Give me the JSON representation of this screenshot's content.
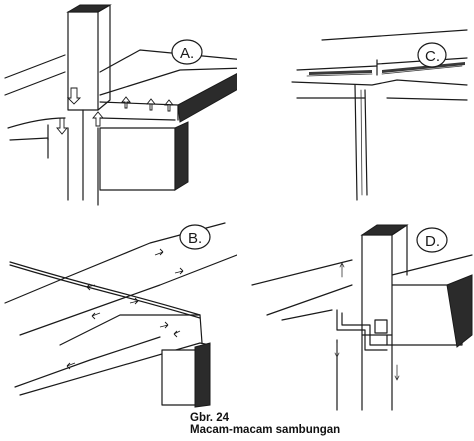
{
  "panels": [
    {
      "id": "A",
      "label": "A."
    },
    {
      "id": "B",
      "label": "B."
    },
    {
      "id": "C",
      "label": "C."
    },
    {
      "id": "D",
      "label": "D."
    }
  ],
  "caption": {
    "figure_number": "Gbr. 24",
    "title": "Macam-macam sambungan"
  }
}
